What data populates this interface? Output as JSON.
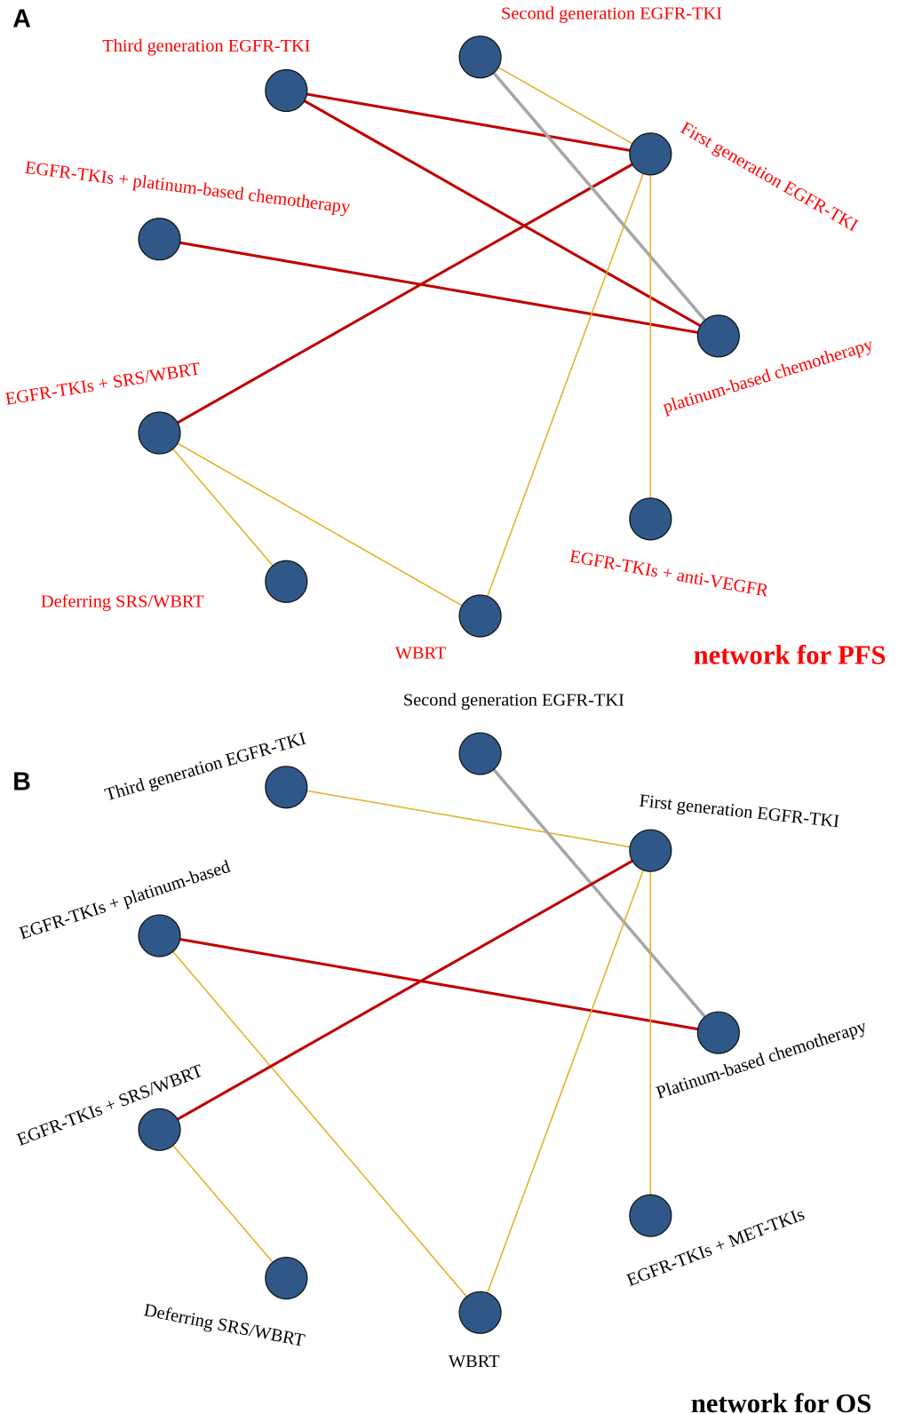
{
  "colors": {
    "node_fill": "#2f5888",
    "node_stroke": "#111111",
    "edge_red": "#c00000",
    "edge_gray": "#a6a6a6",
    "edge_yellow": "#e0b020",
    "label_pfs": "#ff0000",
    "label_os": "#000000"
  },
  "panels": [
    {
      "letter": "A",
      "title": "network for PFS",
      "label_color": "label_pfs",
      "nodes": [
        {
          "id": "second",
          "label": "Second generation EGFR-TKI"
        },
        {
          "id": "third",
          "label": "Third generation EGFR-TKI"
        },
        {
          "id": "first",
          "label": "First generation EGFR-TKI"
        },
        {
          "id": "tki_plat",
          "label": "EGFR-TKIs + platinum-based chemotherapy"
        },
        {
          "id": "plat",
          "label": "platinum-based chemotherapy"
        },
        {
          "id": "tki_srs",
          "label": "EGFR-TKIs + SRS/WBRT"
        },
        {
          "id": "extra",
          "label": "EGFR-TKIs + anti-VEGFR"
        },
        {
          "id": "defer",
          "label": "Deferring SRS/WBRT"
        },
        {
          "id": "wbrt",
          "label": "WBRT"
        }
      ],
      "edges": [
        {
          "from": "third",
          "to": "first",
          "color": "edge_red"
        },
        {
          "from": "third",
          "to": "plat",
          "color": "edge_red"
        },
        {
          "from": "tki_plat",
          "to": "plat",
          "color": "edge_red"
        },
        {
          "from": "tki_srs",
          "to": "first",
          "color": "edge_red"
        },
        {
          "from": "second",
          "to": "plat",
          "color": "edge_gray"
        },
        {
          "from": "second",
          "to": "first",
          "color": "edge_yellow"
        },
        {
          "from": "first",
          "to": "wbrt",
          "color": "edge_yellow"
        },
        {
          "from": "first",
          "to": "extra",
          "color": "edge_yellow"
        },
        {
          "from": "tki_srs",
          "to": "defer",
          "color": "edge_yellow"
        },
        {
          "from": "tki_srs",
          "to": "wbrt",
          "color": "edge_yellow"
        }
      ]
    },
    {
      "letter": "B",
      "title": "network for OS",
      "label_color": "label_os",
      "nodes": [
        {
          "id": "second",
          "label": "Second generation EGFR-TKI"
        },
        {
          "id": "third",
          "label": "Third generation EGFR-TKI"
        },
        {
          "id": "first",
          "label": "First generation EGFR-TKI"
        },
        {
          "id": "tki_plat",
          "label": "EGFR-TKIs + platinum-based"
        },
        {
          "id": "plat",
          "label": "Platinum-based chemotherapy"
        },
        {
          "id": "tki_srs",
          "label": "EGFR-TKIs + SRS/WBRT"
        },
        {
          "id": "extra",
          "label": "EGFR-TKIs + MET-TKIs"
        },
        {
          "id": "defer",
          "label": "Deferring SRS/WBRT"
        },
        {
          "id": "wbrt",
          "label": "WBRT"
        }
      ],
      "edges": [
        {
          "from": "third",
          "to": "first",
          "color": "edge_yellow"
        },
        {
          "from": "second",
          "to": "plat",
          "color": "edge_gray"
        },
        {
          "from": "tki_plat",
          "to": "plat",
          "color": "edge_red"
        },
        {
          "from": "tki_plat",
          "to": "wbrt",
          "color": "edge_yellow"
        },
        {
          "from": "tki_srs",
          "to": "first",
          "color": "edge_red"
        },
        {
          "from": "tki_srs",
          "to": "defer",
          "color": "edge_yellow"
        },
        {
          "from": "first",
          "to": "wbrt",
          "color": "edge_yellow"
        },
        {
          "from": "first",
          "to": "extra",
          "color": "edge_yellow"
        }
      ]
    }
  ]
}
